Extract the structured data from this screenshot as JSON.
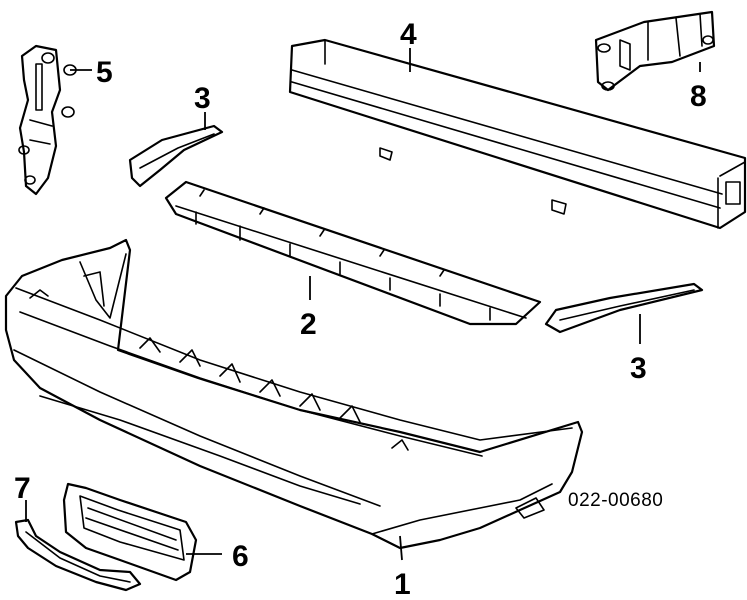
{
  "diagram_id": "022-00680",
  "callouts": {
    "bumper_cover": "1",
    "absorber": "2",
    "filler_left": "3",
    "filler_right": "3",
    "reinforcement": "4",
    "bracket_left": "5",
    "grille": "6",
    "strip": "7",
    "bracket_right": "8"
  }
}
